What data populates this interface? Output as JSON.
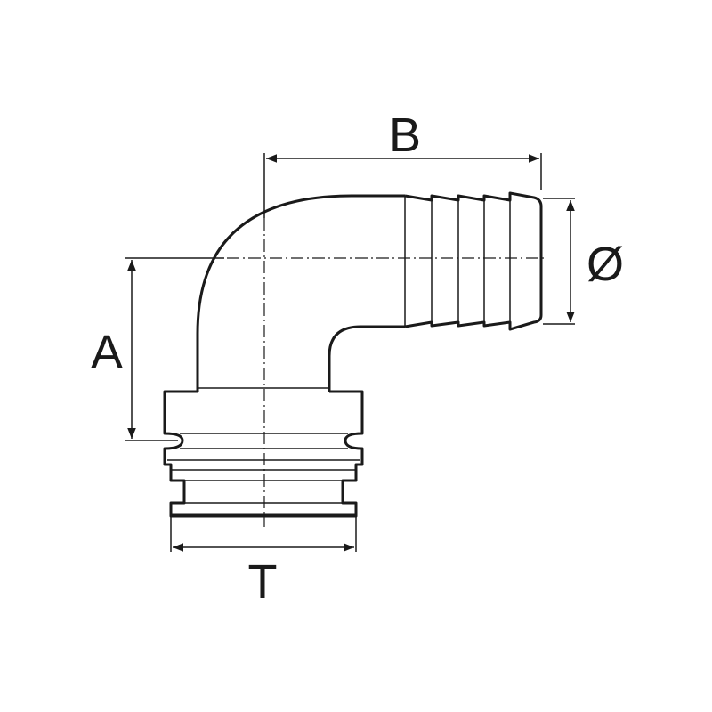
{
  "dimensions": {
    "a_label": "A",
    "b_label": "B",
    "diameter_label": "Ø",
    "t_label": "T"
  },
  "colors": {
    "line": "#1a1a1a",
    "background": "#ffffff"
  }
}
